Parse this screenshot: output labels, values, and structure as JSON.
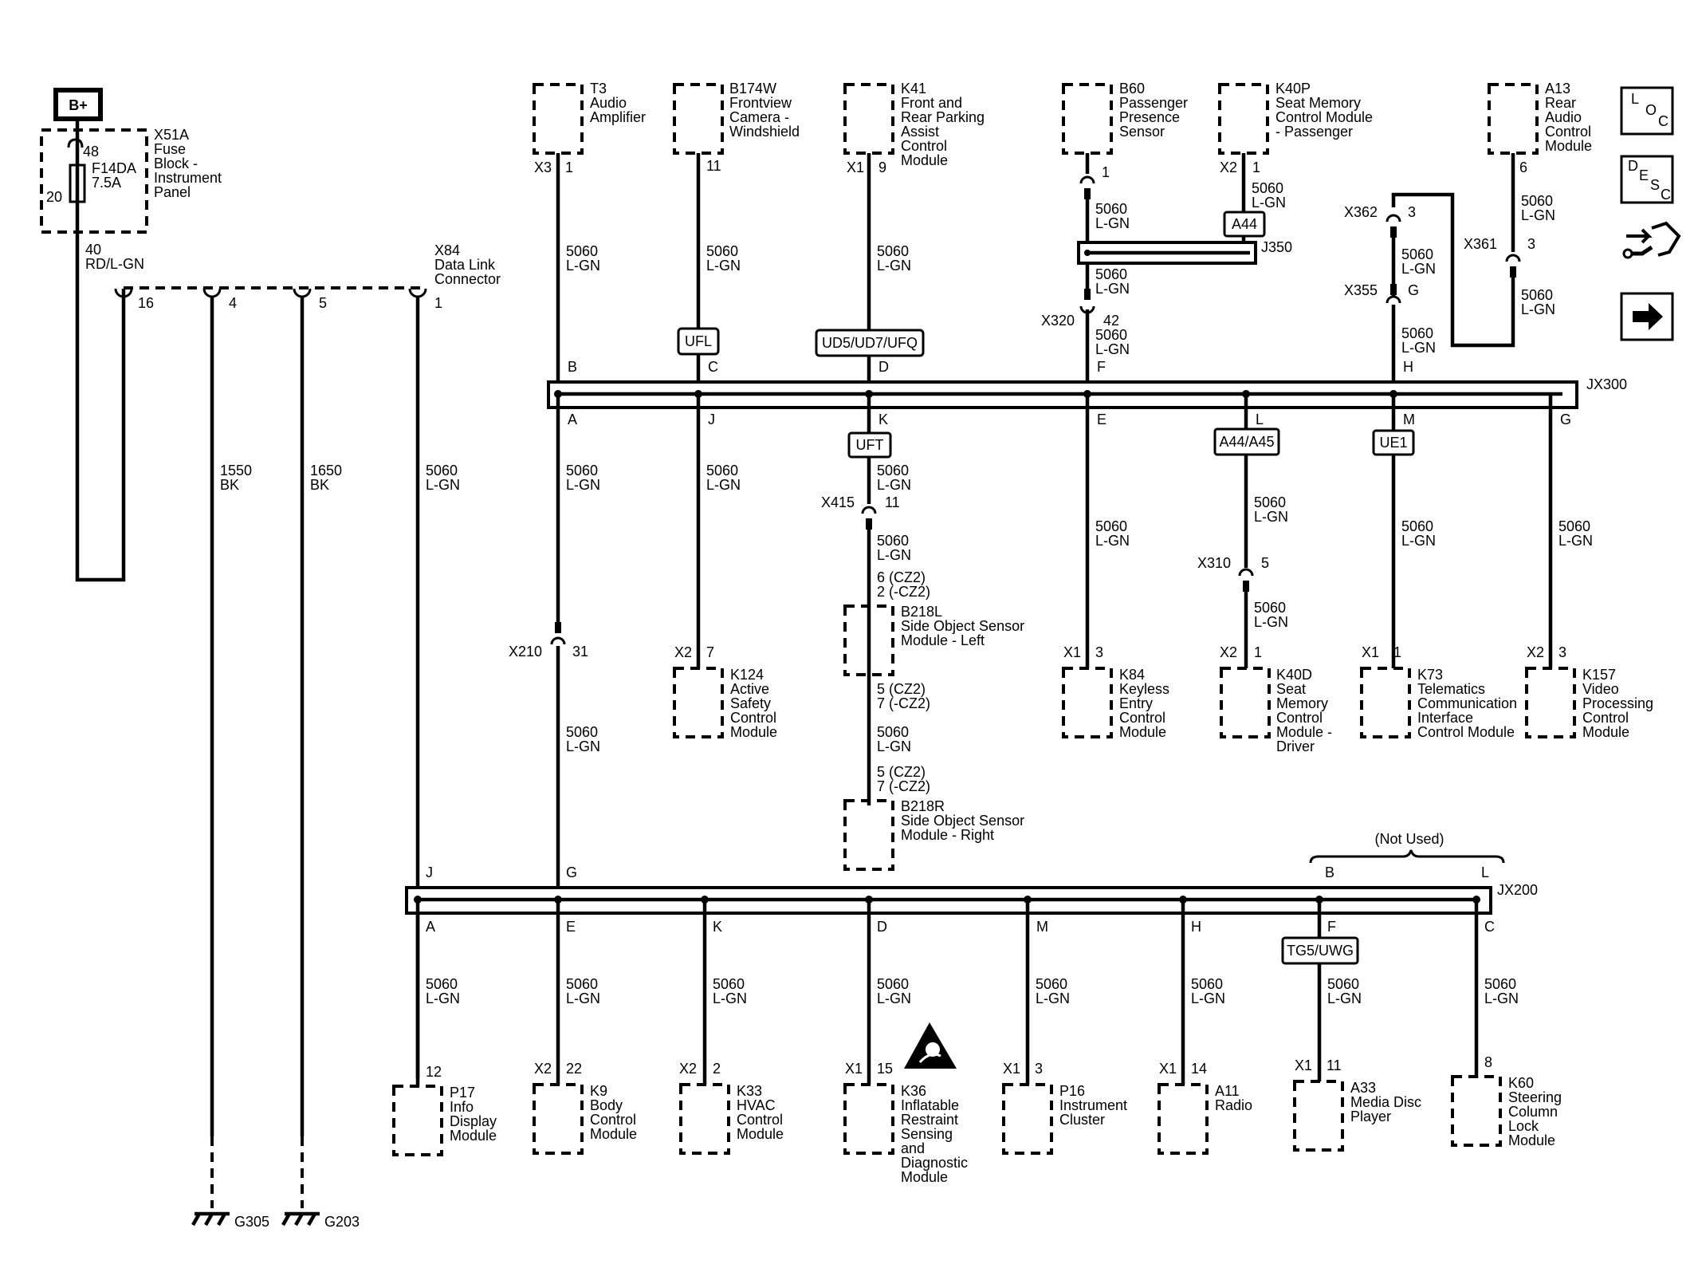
{
  "power": {
    "label": "B+"
  },
  "fuse_block": {
    "name": [
      "X51A",
      "Fuse",
      "Block -",
      "Instrument",
      "Panel"
    ],
    "pin_in": "48",
    "pin_out": "20",
    "fuse": [
      "F14DA",
      "7.5A"
    ],
    "out_pin": "40",
    "out_wire": "RD/L-GN"
  },
  "dlc": {
    "name": [
      "X84",
      "Data Link",
      "Connector"
    ],
    "pins": [
      {
        "pin": "16"
      },
      {
        "pin": "4",
        "wire": [
          "1550",
          "BK"
        ],
        "ground": "G305"
      },
      {
        "pin": "5",
        "wire": [
          "1650",
          "BK"
        ],
        "ground": "G203"
      },
      {
        "pin": "1",
        "wire": [
          "5060",
          "L-GN"
        ]
      }
    ]
  },
  "wire_label": [
    "5060",
    "L-GN"
  ],
  "top_modules": [
    {
      "id": "t3",
      "name": [
        "T3",
        "Audio",
        "Amplifier"
      ],
      "conn": "X3",
      "pin": "1",
      "jx_pin": "B"
    },
    {
      "id": "b174w",
      "name": [
        "B174W",
        "Frontview",
        "Camera -",
        "Windshield"
      ],
      "conn": "",
      "pin": "11",
      "option": "UFL",
      "jx_pin": "C"
    },
    {
      "id": "k41",
      "name": [
        "K41",
        "Front and",
        "Rear Parking",
        "Assist",
        "Control",
        "Module"
      ],
      "conn": "X1",
      "pin": "9",
      "option": "UD5/UD7/UFQ",
      "jx_pin": "D"
    },
    {
      "id": "b60",
      "name": [
        "B60",
        "Passenger",
        "Presence",
        "Sensor"
      ],
      "conn": "",
      "pin": "1",
      "jx_pin": "F"
    },
    {
      "id": "k40p",
      "name": [
        "K40P",
        "Seat Memory",
        "Control Module",
        "- Passenger"
      ],
      "conn": "X2",
      "pin": "1",
      "option": "A44"
    },
    {
      "id": "a13",
      "name": [
        "A13",
        "Rear",
        "Audio",
        "Control",
        "Module"
      ],
      "conn": "",
      "pin": "6"
    }
  ],
  "inline_connectors": {
    "j350": "J350",
    "x320": {
      "name": "X320",
      "pin": "42"
    },
    "x362": {
      "name": "X362",
      "pin": "3"
    },
    "x355": {
      "name": "X355",
      "pin": "G"
    },
    "x361": {
      "name": "X361",
      "pin": "3"
    },
    "x415": {
      "name": "X415",
      "pin": "11"
    },
    "x310": {
      "name": "X310",
      "pin": "5"
    },
    "x210": {
      "name": "X210",
      "pin": "31"
    }
  },
  "jx300": {
    "name": "JX300",
    "top_pins": [
      "B",
      "C",
      "D",
      "F",
      "H"
    ],
    "bottom_pins": [
      "A",
      "J",
      "K",
      "E",
      "L",
      "M",
      "G"
    ]
  },
  "mid_modules": [
    {
      "id": "k124",
      "name": [
        "K124",
        "Active",
        "Safety",
        "Control",
        "Module"
      ],
      "conn": "X2",
      "pin": "7"
    },
    {
      "id": "k84",
      "name": [
        "K84",
        "Keyless",
        "Entry",
        "Control",
        "Module"
      ],
      "conn": "X1",
      "pin": "3"
    },
    {
      "id": "k40d",
      "name": [
        "K40D",
        "Seat",
        "Memory",
        "Control",
        "Module -",
        "Driver"
      ],
      "conn": "X2",
      "pin": "1",
      "option": "A44/A45"
    },
    {
      "id": "k73",
      "name": [
        "K73",
        "Telematics",
        "Communication",
        "Interface",
        "Control Module"
      ],
      "conn": "X1",
      "pin": "1",
      "option": "UE1"
    },
    {
      "id": "k157",
      "name": [
        "K157",
        "Video",
        "Processing",
        "Control",
        "Module"
      ],
      "conn": "X2",
      "pin": "3"
    }
  ],
  "side_sensors": {
    "option": "UFT",
    "left": {
      "name": [
        "B218L",
        "Side Object Sensor",
        "Module - Left"
      ],
      "pins_in": [
        "6 (CZ2)",
        "2 (-CZ2)"
      ],
      "pins_out": [
        "5 (CZ2)",
        "7 (-CZ2)"
      ]
    },
    "right": {
      "name": [
        "B218R",
        "Side Object Sensor",
        "Module - Right"
      ],
      "pins_in": [
        "5 (CZ2)",
        "7 (-CZ2)"
      ]
    }
  },
  "jx200": {
    "name": "JX200",
    "not_used": "(Not Used)",
    "top_pins": [
      "J",
      "G",
      "B",
      "L"
    ],
    "bottom_pins": [
      "A",
      "E",
      "K",
      "D",
      "M",
      "H",
      "F",
      "C"
    ]
  },
  "bottom_modules": [
    {
      "id": "p17",
      "name": [
        "P17",
        "Info",
        "Display",
        "Module"
      ],
      "conn": "",
      "pin": "12"
    },
    {
      "id": "k9",
      "name": [
        "K9",
        "Body",
        "Control",
        "Module"
      ],
      "conn": "X2",
      "pin": "22"
    },
    {
      "id": "k33",
      "name": [
        "K33",
        "HVAC",
        "Control",
        "Module"
      ],
      "conn": "X2",
      "pin": "2"
    },
    {
      "id": "k36",
      "name": [
        "K36",
        "Inflatable",
        "Restraint",
        "Sensing",
        "and",
        "Diagnostic",
        "Module"
      ],
      "conn": "X1",
      "pin": "15"
    },
    {
      "id": "p16",
      "name": [
        "P16",
        "Instrument",
        "Cluster"
      ],
      "conn": "X1",
      "pin": "3"
    },
    {
      "id": "a11",
      "name": [
        "A11",
        "Radio"
      ],
      "conn": "X1",
      "pin": "14"
    },
    {
      "id": "a33",
      "name": [
        "A33",
        "Media Disc",
        "Player"
      ],
      "conn": "X1",
      "pin": "11",
      "option": "TG5/UWG"
    },
    {
      "id": "k60",
      "name": [
        "K60",
        "Steering",
        "Column",
        "Lock",
        "Module"
      ],
      "conn": "",
      "pin": "8"
    }
  ],
  "side_icons": [
    {
      "icon": "loc-icon",
      "letters": [
        "L",
        "O",
        "C"
      ]
    },
    {
      "icon": "desc-icon",
      "letters": [
        "D",
        "E",
        "S",
        "C"
      ]
    },
    {
      "icon": "connector-repair-icon"
    },
    {
      "icon": "next-arrow-icon"
    }
  ]
}
